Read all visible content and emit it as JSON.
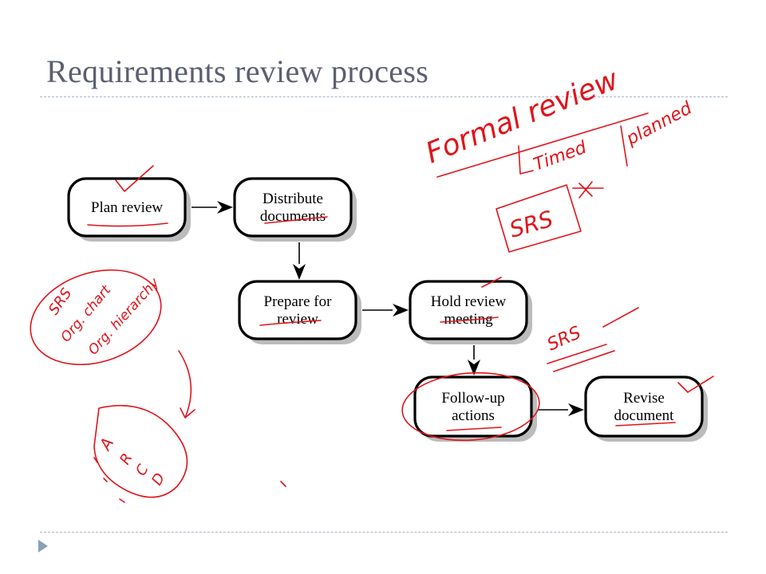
{
  "slide": {
    "title": "Requirements review process"
  },
  "diagram": {
    "nodes": [
      {
        "id": "plan",
        "lines": [
          "Plan review"
        ]
      },
      {
        "id": "distribute",
        "lines": [
          "Distribute",
          "documents"
        ]
      },
      {
        "id": "prepare",
        "lines": [
          "Prepare for",
          "review"
        ]
      },
      {
        "id": "hold",
        "lines": [
          "Hold review",
          "meeting"
        ]
      },
      {
        "id": "follow",
        "lines": [
          "Follow-up",
          "actions"
        ]
      },
      {
        "id": "revise",
        "lines": [
          "Revise",
          "document"
        ]
      }
    ],
    "edges": [
      {
        "from": "plan",
        "to": "distribute"
      },
      {
        "from": "distribute",
        "to": "prepare"
      },
      {
        "from": "prepare",
        "to": "hold"
      },
      {
        "from": "hold",
        "to": "follow"
      },
      {
        "from": "follow",
        "to": "revise"
      }
    ]
  },
  "annotations": {
    "formal_review": "Formal review",
    "timed": "Timed",
    "planned": "planned",
    "srs_box": "SRS",
    "srs_note": "SRS",
    "circle_note": [
      "SRS",
      "Org. chart",
      "Org. hierarchy"
    ],
    "lower_note": [
      "A",
      "R",
      "C",
      "D"
    ]
  },
  "colors": {
    "ink": "#e0141b",
    "title": "#5b5f71",
    "rule": "#a7b5c3"
  }
}
